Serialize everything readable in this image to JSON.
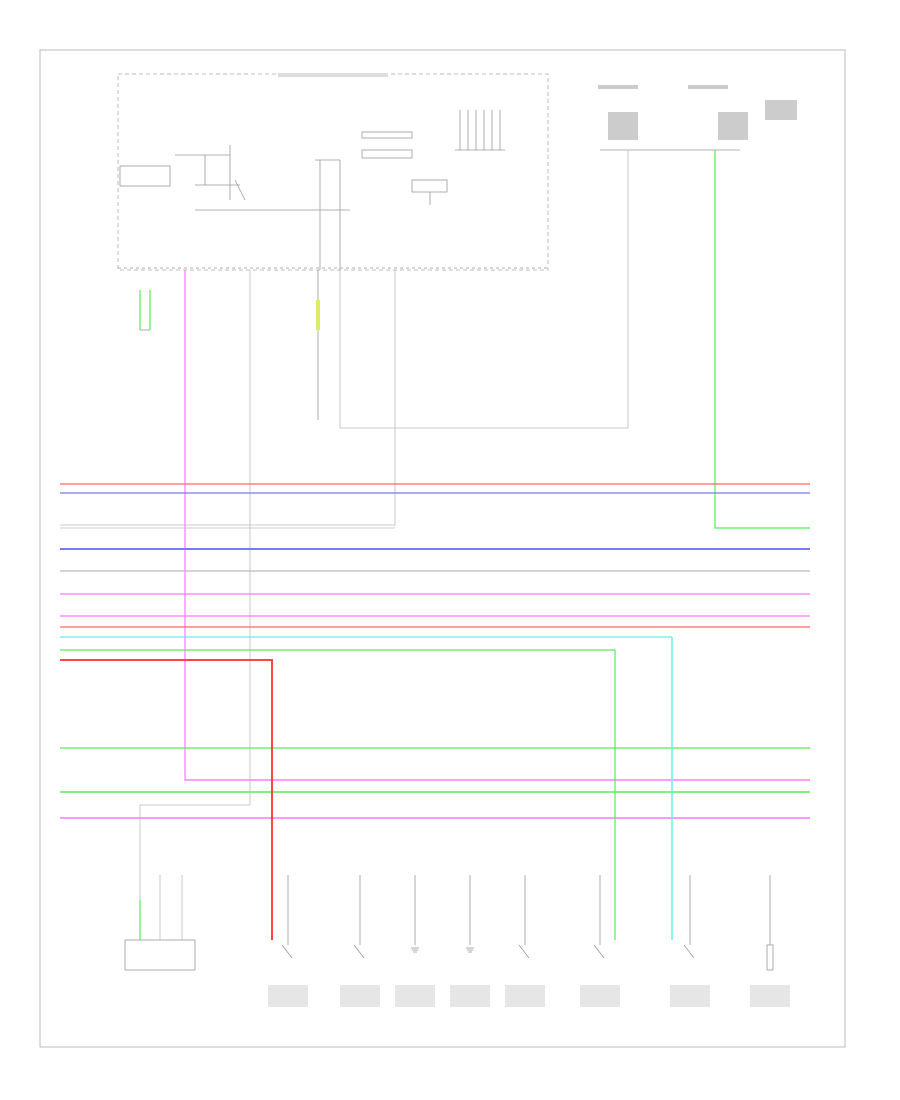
{
  "footer": {
    "code": ""
  },
  "colors": {
    "frame": "#bbbbbb",
    "bus_red": "#ff6666",
    "bus_blue": "#7777ff",
    "bus_gray": "#bbbbbb",
    "bus_pink": "#ff77ff",
    "bus_cyan": "#66eeee",
    "bus_green": "#55ee55",
    "feed_red": "#ff4444"
  },
  "diagram": {
    "bus_rows": [
      {
        "color": "red"
      },
      {
        "color": "blue"
      },
      {
        "color": "gray"
      },
      {
        "color": "blue"
      },
      {
        "color": "gray"
      },
      {
        "color": "pink"
      },
      {
        "color": "pink"
      },
      {
        "color": "red"
      },
      {
        "color": "cyan"
      },
      {
        "color": "green"
      },
      {
        "color": "red"
      },
      {
        "color": "green"
      },
      {
        "color": "pink"
      },
      {
        "color": "green"
      },
      {
        "color": "pink"
      }
    ],
    "bottom_components": [
      {
        "type": "switch"
      },
      {
        "type": "switch"
      },
      {
        "type": "ground"
      },
      {
        "type": "ground"
      },
      {
        "type": "switch"
      },
      {
        "type": "switch"
      },
      {
        "type": "switch"
      },
      {
        "type": "connector"
      }
    ]
  }
}
